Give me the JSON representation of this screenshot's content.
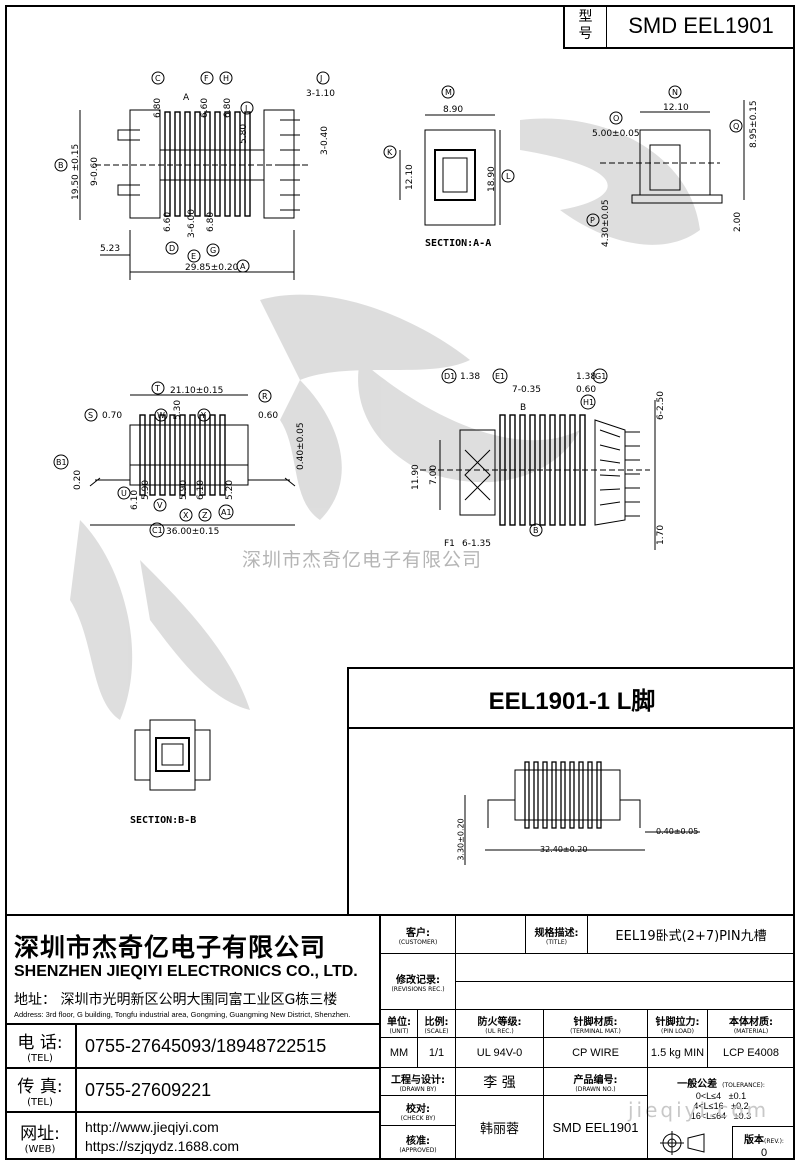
{
  "model": {
    "key_line1": "型",
    "key_line2": "号",
    "value": "SMD EEL1901"
  },
  "drawing": {
    "top_view": {
      "labels": [
        "C",
        "F",
        "H",
        "J",
        "I",
        "B",
        "D",
        "E",
        "G",
        "A"
      ],
      "dims": [
        "6.80",
        "6.60",
        "6.80",
        "3-1.10",
        "5.80",
        "3-0.40",
        "19.50 ±0.15",
        "9-0.60",
        "6.60",
        "3-6.00",
        "6.80",
        "5.23",
        "29.85±0.20"
      ],
      "section_mark": "A"
    },
    "section_aa": {
      "title": "SECTION:A-A",
      "labels": [
        "M",
        "K",
        "L"
      ],
      "dims": [
        "8.90",
        "12.10",
        "18.90"
      ]
    },
    "side_view": {
      "labels": [
        "N",
        "O",
        "Q",
        "P"
      ],
      "dims": [
        "12.10",
        "5.00±0.05",
        "8.95±0.15",
        "4.30±0.05",
        "2.00"
      ]
    },
    "front_view": {
      "labels": [
        "T",
        "R",
        "S",
        "W",
        "U",
        "Y",
        "B1",
        "V",
        "X",
        "Z",
        "A1",
        "C1"
      ],
      "dims": [
        "21.10±0.15",
        "0.60",
        "0.70",
        "5.30",
        "0.40±0.05",
        "0.20",
        "6.10",
        "5.90",
        "5.90",
        "6.10",
        "5.20",
        "36.00±0.15"
      ]
    },
    "bottom_view": {
      "labels": [
        "D1",
        "E1",
        "G1",
        "H1",
        "B"
      ],
      "dims": [
        "1.38",
        "7-0.35",
        "1.38",
        "0.60",
        "6-2.50",
        "11.90",
        "7.00",
        "F1",
        "6-1.35",
        "1.70"
      ],
      "section_mark": "B"
    },
    "section_bb": {
      "title": "SECTION:B-B"
    },
    "watermark": "深圳市杰奇亿电子有限公司",
    "lfoot": {
      "title": "EEL1901-1 L脚",
      "dims": [
        "0.40±0.05",
        "32.40±0.20",
        "3.30±0.20"
      ]
    }
  },
  "company": {
    "name_cn": "深圳市杰奇亿电子有限公司",
    "name_en": "SHENZHEN JIEQIYI ELECTRONICS CO., LTD.",
    "address_cn": "地址：  深圳市光明新区公明大围同富工业区G栋三楼",
    "address_en": "Address: 3rd floor, G building, Tongfu industrial area, Gongming, Guangming New District, Shenzhen.",
    "tel_label": "电  话:",
    "tel_label_en": "(TEL)",
    "tel": "0755-27645093/18948722515",
    "fax_label": "传  真:",
    "fax_label_en": "(TEL)",
    "fax": "0755-27609221",
    "web_label": "网址:",
    "web_label_en": "(WEB)",
    "web1": "http://www.jieqiyi.com",
    "web2": "https://szjqydz.1688.com"
  },
  "title_block": {
    "customer_label": "客户:",
    "customer_label_en": "(CUSTOMER)",
    "customer": "",
    "spec_label": "规格描述:",
    "spec_label_en": "(TITLE)",
    "spec": "EEL19卧式(2+7)PIN九槽",
    "rev_label": "修改记录:",
    "rev_label_en": "(REVISIONS REC.)",
    "unit_label": "单位:",
    "unit_label_en": "(UNIT)",
    "unit": "MM",
    "scale_label": "比例:",
    "scale_label_en": "(SCALE)",
    "scale": "1/1",
    "ul_label": "防火等级:",
    "ul_label_en": "(UL REC.)",
    "ul": "UL 94V-0",
    "terminal_label": "针脚材质:",
    "terminal_label_en": "(TERMINAL MAT.)",
    "terminal": "CP WIRE",
    "pinload_label": "针脚拉力:",
    "pinload_label_en": "(PIN LOAD)",
    "pinload": "1.5 kg MIN",
    "material_label": "本体材质:",
    "material_label_en": "(MATERIAL)",
    "material": "LCP E4008",
    "drawn_label": "工程与设计:",
    "drawn_label_en": "(DRAWN BY)",
    "drawn": "李  强",
    "check_label": "校对:",
    "check_label_en": "(CHECK BY)",
    "approved_label": "核准:",
    "approved_label_en": "(APPROVED)",
    "approved": "韩丽蓉",
    "drawno_label": "产品编号:",
    "drawno_label_en": "(DRAWN NO.)",
    "drawno": "SMD EEL1901",
    "tol_label": "一般公差",
    "tol_label_en": "(TOLERANCE):",
    "tol_rows": [
      {
        "range": "0<L≤4",
        "tol": "±0.1"
      },
      {
        "range": "4<L≤16",
        "tol": "±0.2"
      },
      {
        "range": "16<L≤64",
        "tol": "±0.3"
      }
    ],
    "version_label": "版本",
    "version_label_en": "(REV.):",
    "version": "0",
    "watermark_site": "jieqiyi.com"
  }
}
